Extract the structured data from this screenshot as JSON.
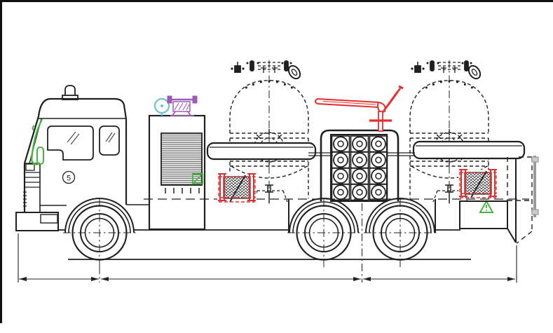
{
  "document": {
    "kind": "technical-line-drawing",
    "badge_label": "5"
  },
  "colors": {
    "line": "#202020",
    "border": "#111111",
    "red": "#e62e2e",
    "green": "#45b53e",
    "purple": "#9e5bb5",
    "cyan": "#6ac5cd",
    "gray_rail": "#9a9a9a",
    "shutter": "#5a5a5a",
    "background": "#ffffff"
  },
  "components": {
    "cab": {
      "windows": 2,
      "beacon": 1,
      "badge": "5"
    },
    "equipment_compartment": {
      "roller_shutter": 1,
      "siren": 1,
      "winch": 1
    },
    "tanks": {
      "count": 2,
      "style": "dashed-pressure-vessel"
    },
    "cylinder_rack": {
      "rows": 4,
      "columns": 3,
      "cylinders": 12
    },
    "fire_monitor": 1,
    "hose_reels": 2,
    "warning_triangle": 1,
    "axles": {
      "front": 1,
      "rear": 2
    },
    "dimension_segments": 3
  }
}
